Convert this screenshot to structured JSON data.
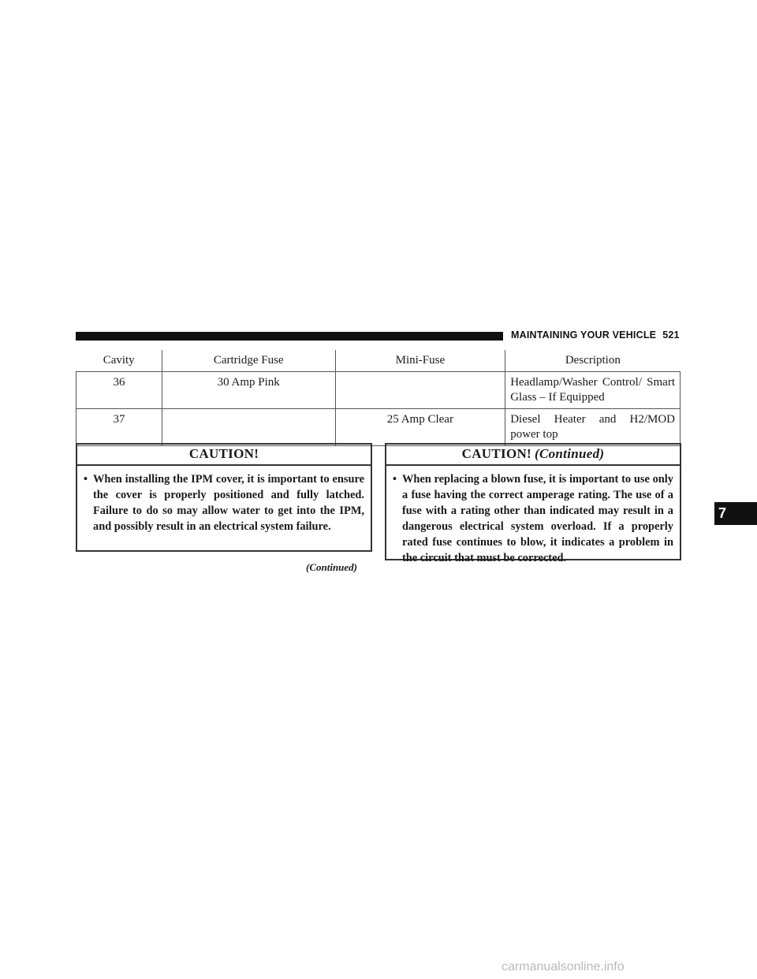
{
  "header": {
    "section_title": "MAINTAINING YOUR VEHICLE",
    "page_number": "521"
  },
  "fuse_table": {
    "columns": [
      "Cavity",
      "Cartridge Fuse",
      "Mini-Fuse",
      "Description"
    ],
    "rows": [
      {
        "cavity": "36",
        "cartridge_fuse": "30 Amp Pink",
        "mini_fuse": "",
        "description": "Headlamp/Washer Control/ Smart Glass – If Equipped"
      },
      {
        "cavity": "37",
        "cartridge_fuse": "",
        "mini_fuse": "25 Amp Clear",
        "description": "Diesel Heater and H2/MOD power top"
      }
    ]
  },
  "caution_left": {
    "title": "CAUTION!",
    "bullet": "•",
    "text": "When installing the IPM cover, it is important to ensure the cover is properly positioned and fully latched. Failure to do so may allow water to get into the IPM, and possibly result in an electrical system failure."
  },
  "continued_label": "(Continued)",
  "caution_right": {
    "title": "CAUTION!",
    "title_suffix": "(Continued)",
    "bullet": "•",
    "text": "When replacing a blown fuse, it is important to use only a fuse having the correct amperage rating. The use of a fuse with a rating other than indicated may result in a dangerous electrical system overload. If a properly rated fuse continues to blow, it indicates a problem in the circuit that must be corrected."
  },
  "chapter_tab": "7",
  "watermark": "carmanualsonline.info"
}
